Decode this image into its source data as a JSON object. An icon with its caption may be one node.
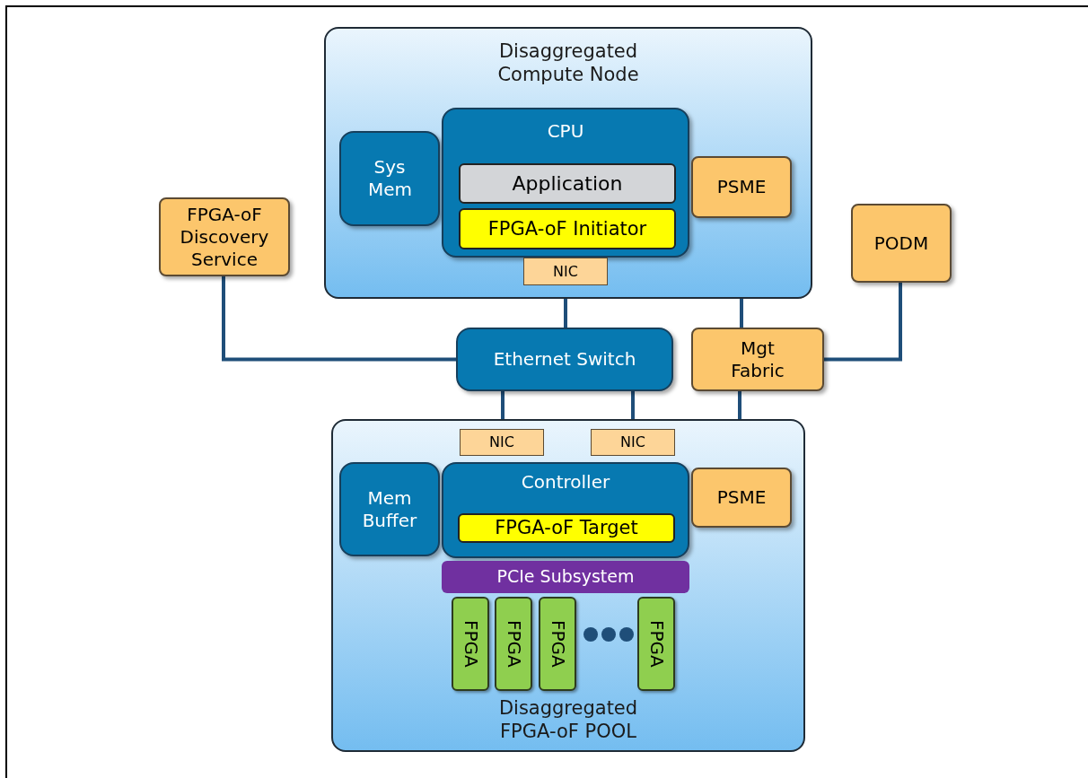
{
  "diagram": {
    "nodes": [
      {
        "text": [
          "Disaggregated Compute Node"
        ]
      },
      {
        "text": [
          "Sys Mem"
        ],
        "in": 0
      },
      {
        "text": [
          "CPU"
        ],
        "in": 0
      },
      {
        "text": [
          "Application"
        ],
        "in": 2
      },
      {
        "text": [
          "FPGA-oF Initiator"
        ],
        "in": 2
      },
      {
        "text": [
          "PSME"
        ],
        "in": 0
      },
      {
        "text": [
          "NIC"
        ],
        "in": 0
      },
      {
        "text": [
          "FPGA-oF Discovery Service"
        ]
      },
      {
        "text": [
          "PODM"
        ]
      },
      {
        "text": [
          "Ethernet Switch"
        ]
      },
      {
        "text": [
          "Mgt Fabric"
        ]
      },
      {
        "text": [
          "Disaggregated FPGA-oF POOL"
        ]
      },
      {
        "text": [
          "NIC"
        ],
        "in": 11
      },
      {
        "text": [
          "NIC"
        ],
        "in": 11
      },
      {
        "text": [
          "Mem Buffer"
        ],
        "in": 11
      },
      {
        "text": [
          "Controller"
        ],
        "in": 11
      },
      {
        "text": [
          "FPGA-oF Target"
        ],
        "in": 15
      },
      {
        "text": [
          "PSME"
        ],
        "in": 11
      },
      {
        "text": [
          "PCIe Subsystem"
        ],
        "in": 11
      },
      {
        "text": [
          "FPGA"
        ],
        "in": 11
      },
      {
        "text": [
          "FPGA"
        ],
        "in": 11
      },
      {
        "text": [
          "FPGA"
        ],
        "in": 11
      },
      {
        "text": [
          "FPGA"
        ],
        "in": 11
      }
    ],
    "edges": [
      {
        "from": 6,
        "to": 9,
        "arrow": "none"
      },
      {
        "from": 7,
        "to": 9,
        "arrow": "none"
      },
      {
        "from": 5,
        "to": 10,
        "arrow": "none"
      },
      {
        "from": 8,
        "to": 10,
        "arrow": "none"
      },
      {
        "from": 9,
        "to": 12,
        "arrow": "none"
      },
      {
        "from": 9,
        "to": 13,
        "arrow": "none"
      },
      {
        "from": 10,
        "to": 17,
        "arrow": "none"
      }
    ]
  }
}
